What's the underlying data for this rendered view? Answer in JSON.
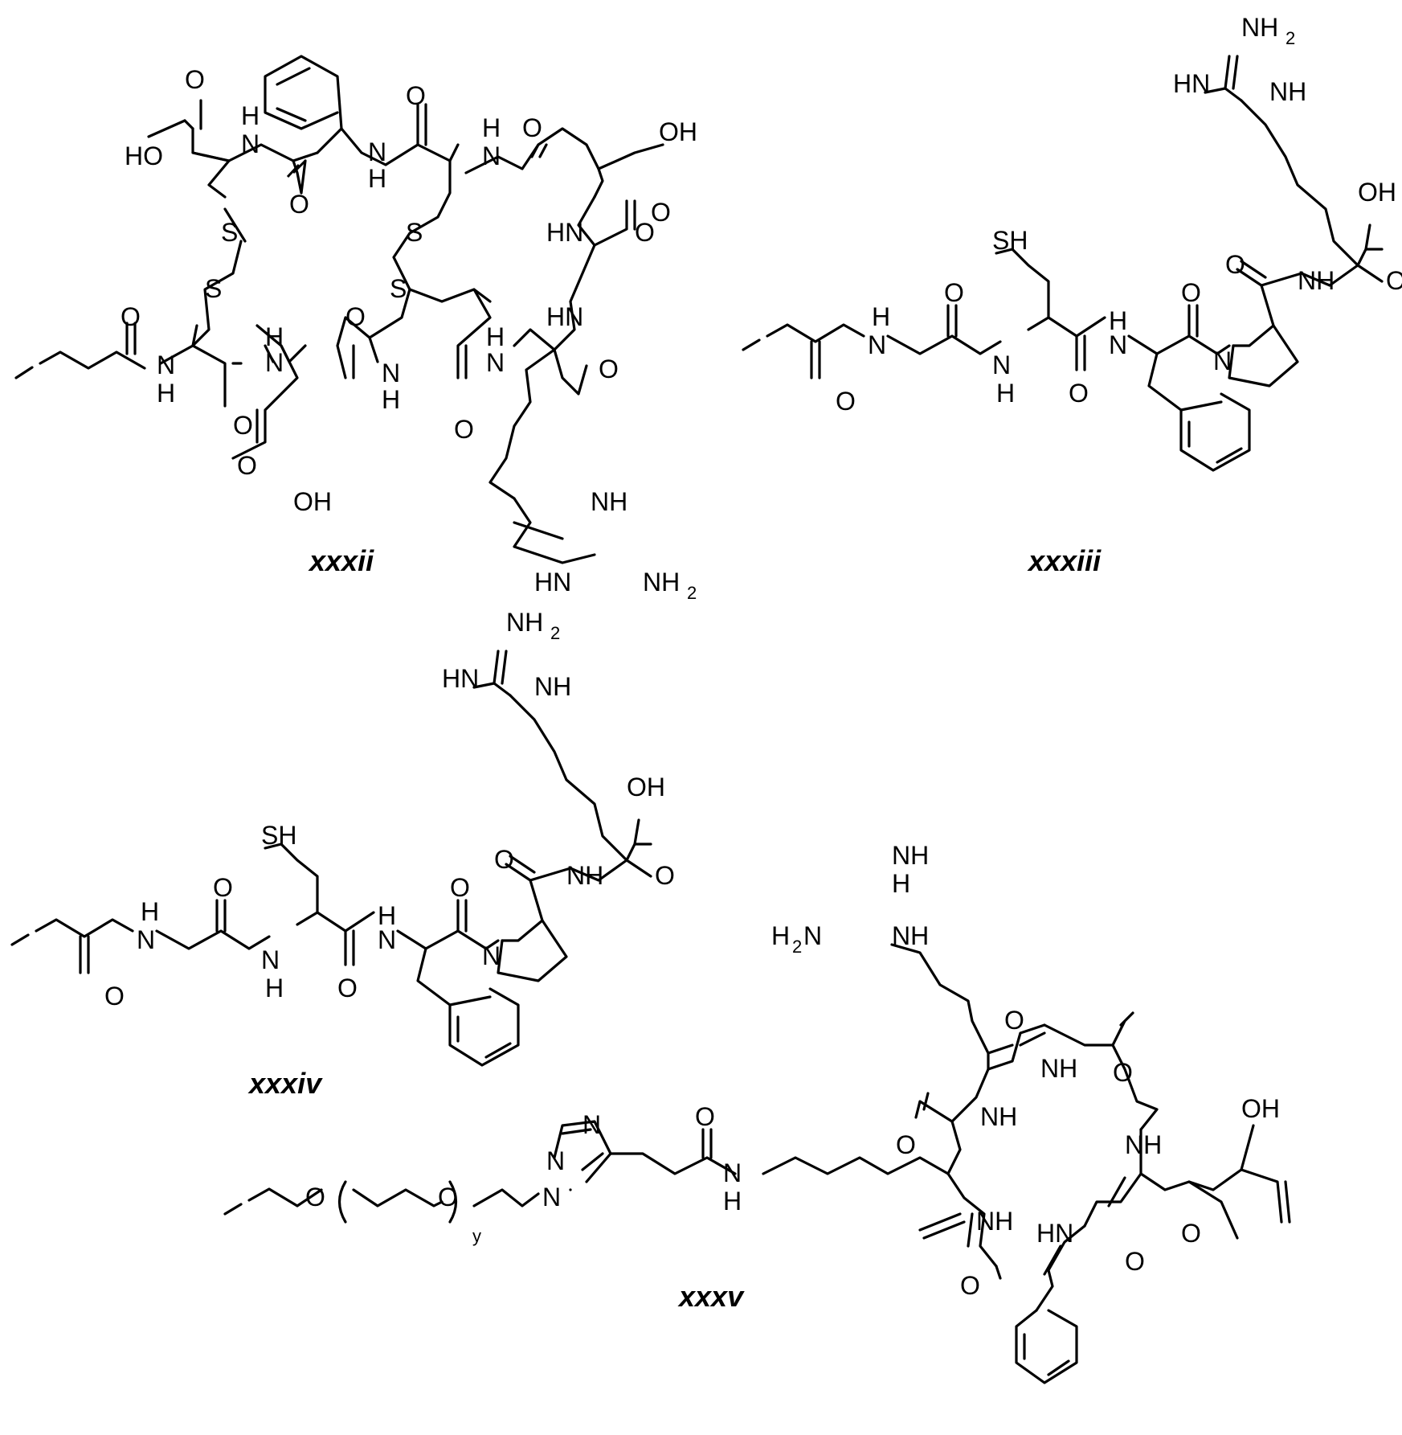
{
  "compounds": [
    {
      "label": "xxxii"
    },
    {
      "label": "xxxiii"
    },
    {
      "label": "xxxiv"
    },
    {
      "label": "xxxv"
    }
  ],
  "atoms": {
    "oh": "OH",
    "ho": "HO",
    "o": "O",
    "n": "N",
    "nh": "NH",
    "hn": "HN",
    "h": "H",
    "s": "S",
    "sh": "SH",
    "nh2": "NH",
    "h2n": "H",
    "h2n_n": "N",
    "sub2": "2",
    "y": "y"
  }
}
